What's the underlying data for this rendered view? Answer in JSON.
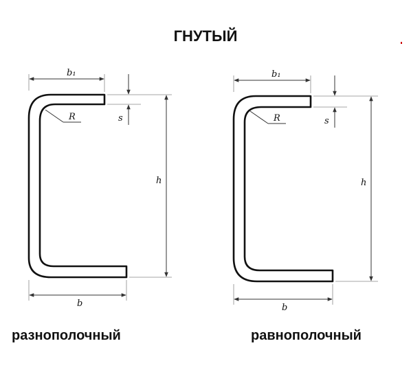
{
  "title": "ГНУТЫЙ",
  "left": {
    "caption": "разнополочный",
    "labels": {
      "b1": "b₁",
      "R": "R",
      "s": "s",
      "h": "h",
      "b": "b"
    }
  },
  "right": {
    "caption": "равнополочный",
    "labels": {
      "b1": "b₁",
      "R": "R",
      "s": "s",
      "h": "h",
      "b": "b"
    }
  },
  "colors": {
    "line": "#111111",
    "dimension": "#333333",
    "marker": "#cc0000"
  }
}
